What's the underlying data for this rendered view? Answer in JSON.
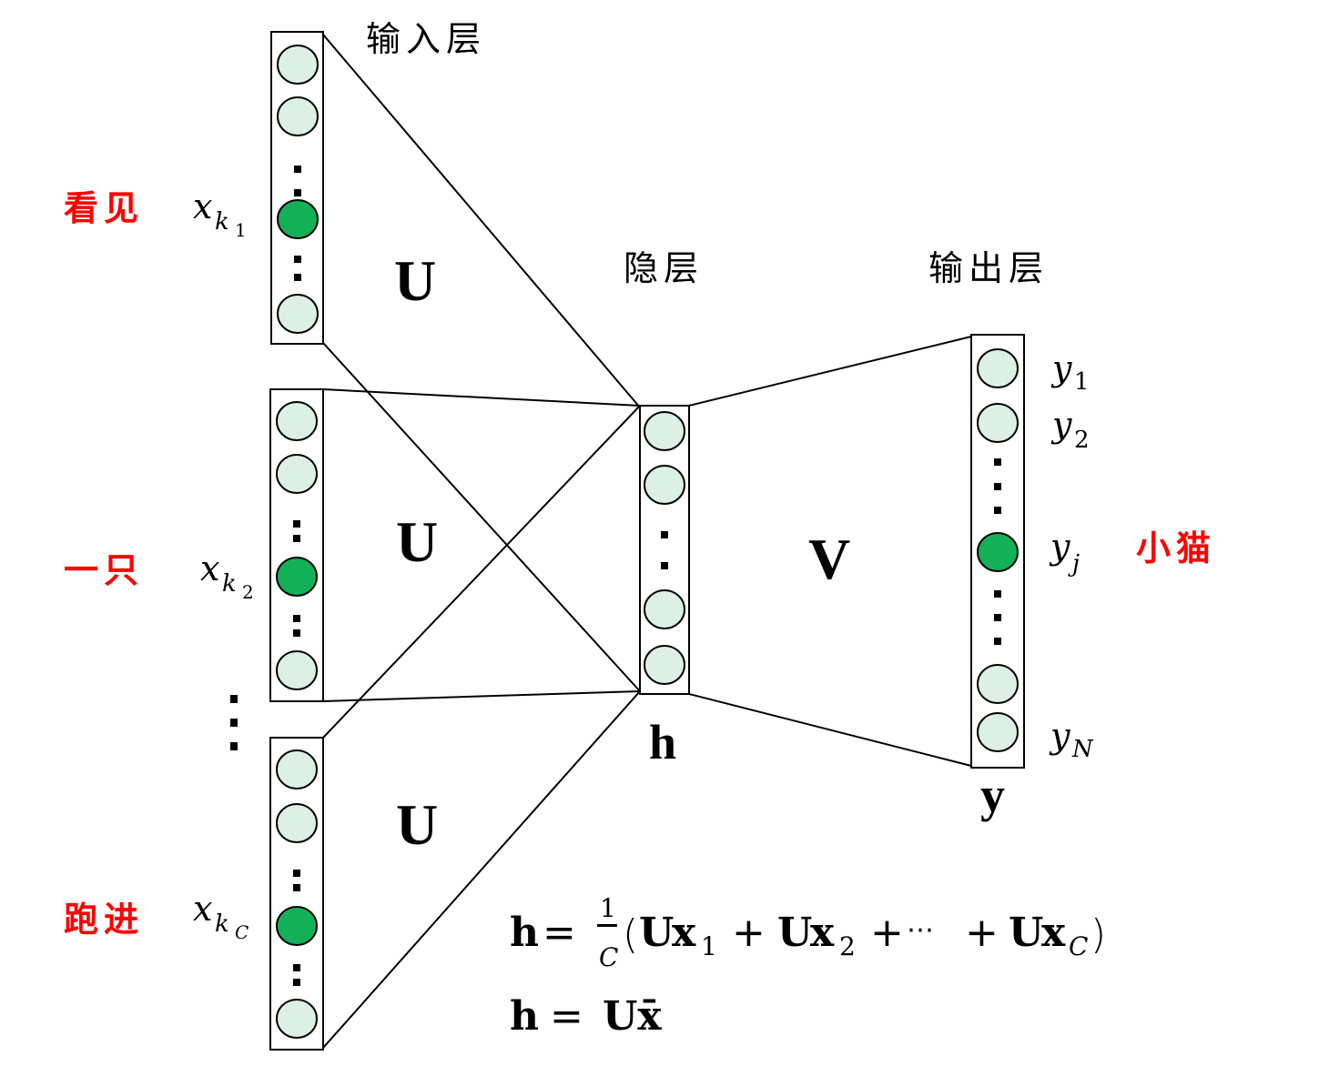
{
  "title": "CBOW model diagram",
  "colors": {
    "node_fill": "#dcf0e6",
    "active_node_fill": "#13b157",
    "stroke": "#000000",
    "context_word": "#ff0000"
  },
  "labels": {
    "input_layer": "输入层",
    "hidden_layer": "隐层",
    "output_layer": "输出层"
  },
  "weights": {
    "input_matrix": "U",
    "output_matrix": "V"
  },
  "vectors": {
    "hidden": "h",
    "output": "y"
  },
  "context_words": [
    {
      "word": "看见",
      "var": "x",
      "sub": "k",
      "subsub": "1",
      "subsub_italic": false
    },
    {
      "word": "一只",
      "var": "x",
      "sub": "k",
      "subsub": "2",
      "subsub_italic": false
    },
    {
      "word": "跑进",
      "var": "x",
      "sub": "k",
      "subsub": "C",
      "subsub_italic": true
    }
  ],
  "target_word": "小猫",
  "output_labels": [
    {
      "var": "y",
      "sub": "1",
      "sub_italic": false
    },
    {
      "var": "y",
      "sub": "2",
      "sub_italic": false
    },
    {
      "var": "y",
      "sub": "j",
      "sub_italic": true
    },
    {
      "var": "y",
      "sub": "N",
      "sub_italic": true
    }
  ],
  "equations": {
    "eq1": {
      "lhs": "h",
      "eq": "=",
      "frac_num": "1",
      "frac_den": "C",
      "open": "(",
      "terms": [
        {
          "mat": "U",
          "vec": "x",
          "sub": "1",
          "sub_italic": false
        },
        {
          "mat": "U",
          "vec": "x",
          "sub": "2",
          "sub_italic": false
        },
        {
          "mat": "U",
          "vec": "x",
          "sub": "C",
          "sub_italic": true
        }
      ],
      "plus": "+",
      "ellipsis": "⋯",
      "close": ")"
    },
    "eq2": {
      "lhs": "h",
      "eq": "=",
      "rhs": "Ux̄"
    }
  }
}
